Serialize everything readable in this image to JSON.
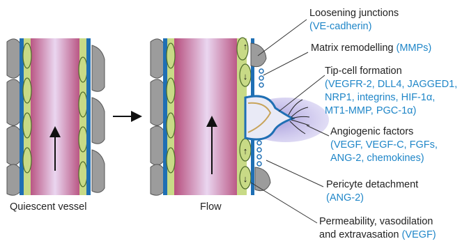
{
  "captions": {
    "quiescent": "Quiescent vessel",
    "flow": "Flow"
  },
  "labels": {
    "loosening": {
      "title": "Loosening junctions",
      "detail": "(VE-cadherin)"
    },
    "matrix": {
      "title": "Matrix remodelling",
      "detail": "(MMPs)"
    },
    "tipcell": {
      "title": "Tip-cell formation",
      "detail_lines": [
        "(VEGFR-2, DLL4, JAGGED1,",
        "NRP1, integrins, HIF-1α,",
        "MT1-MMP, PGC-1α)"
      ]
    },
    "angiogenic": {
      "title": "Angiogenic factors",
      "detail_lines": [
        "(VEGF, VEGF-C, FGFs,",
        "ANG-2, chemokines)"
      ]
    },
    "pericyte": {
      "title": "Pericyte detachment",
      "detail": "(ANG-2)"
    },
    "permeability": {
      "title": "Permeability, vasodilation",
      "line2": "and extravasation",
      "detail": "(VEGF)"
    }
  },
  "colors": {
    "label_blue": "#1f86c8",
    "lumen_pink": "#c65a8a",
    "lumen_light": "#e9d2ee",
    "endothelial_green": "#c8da86",
    "membrane_blue": "#1f6fb4",
    "pericyte_gray": "#9c9c9c"
  }
}
